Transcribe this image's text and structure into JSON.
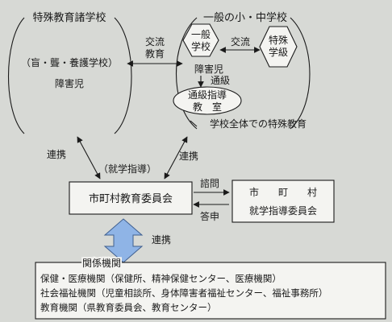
{
  "special_schools": {
    "title": "特殊教育諸学校",
    "type": "（盲・聾・養護学校）",
    "children": "障害児"
  },
  "exchange_left": {
    "line1": "交流",
    "line2": "教育"
  },
  "regular_schools": {
    "title": "一般の小・中学校",
    "general_class": {
      "line1": "一般",
      "line2": "学校"
    },
    "exchange": "交流",
    "special_class": {
      "line1": "特殊",
      "line2": "学級"
    },
    "children": "障害児",
    "commute": "通級",
    "resource_room": {
      "line1": "通級指導",
      "line2": "教　室"
    },
    "caption": "学校全体での特殊教育"
  },
  "left_link": "連携",
  "right_link": "連携",
  "school_guidance": "（就学指導）",
  "board_of_education": "市町村教育委員会",
  "consult": "諮問",
  "report": "答申",
  "guidance_committee": {
    "line1": "市　　町　　村",
    "line2": "就学指導委員会"
  },
  "collaboration": "連携",
  "related_agencies": {
    "title": "関係機関",
    "items": [
      "保健・医療機関（保健所、精神保健センター、医療機関）",
      "社会福祉機関（児童相談所、身体障害者福祉センター、福祉事務所）",
      "教育機関（県教育委員会、教育センター）"
    ]
  },
  "colors": {
    "arrow_fill": "#8fb4e6",
    "background": "#d7d9d5"
  }
}
